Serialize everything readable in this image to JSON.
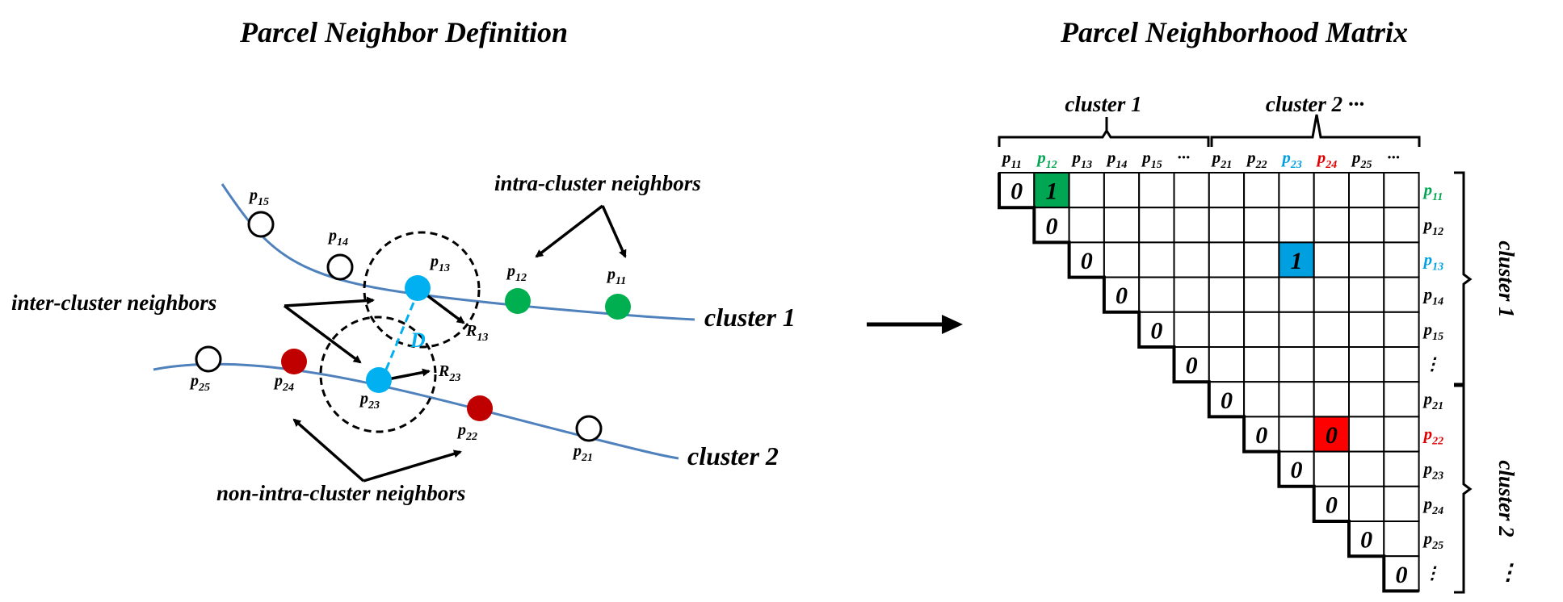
{
  "left_panel": {
    "title": "Parcel Neighbor Definition",
    "annotations": {
      "intra": "intra-cluster neighbors",
      "inter": "inter-cluster neighbors",
      "non_intra": "non-intra-cluster neighbors"
    },
    "clusters": {
      "c1": "cluster 1",
      "c2": "cluster 2"
    },
    "points": {
      "p15": {
        "base": "p",
        "sub": "15"
      },
      "p14": {
        "base": "p",
        "sub": "14"
      },
      "p13": {
        "base": "p",
        "sub": "13"
      },
      "p12": {
        "base": "p",
        "sub": "12"
      },
      "p11": {
        "base": "p",
        "sub": "11"
      },
      "p25": {
        "base": "p",
        "sub": "25"
      },
      "p24": {
        "base": "p",
        "sub": "24"
      },
      "p23": {
        "base": "p",
        "sub": "23"
      },
      "p22": {
        "base": "p",
        "sub": "22"
      },
      "p21": {
        "base": "p",
        "sub": "21"
      }
    },
    "radii": {
      "r13": {
        "base": "R",
        "sub": "13"
      },
      "r23": {
        "base": "R",
        "sub": "23"
      }
    },
    "distance_label": "D"
  },
  "right_panel": {
    "title": "Parcel Neighborhood Matrix",
    "col_group_labels": {
      "c1": "cluster 1",
      "c2": "cluster 2 ···"
    },
    "col_headers": [
      {
        "base": "p",
        "sub": "11",
        "color": "#000000"
      },
      {
        "base": "p",
        "sub": "12",
        "color": "#00a651"
      },
      {
        "base": "p",
        "sub": "13",
        "color": "#000000"
      },
      {
        "base": "p",
        "sub": "14",
        "color": "#000000"
      },
      {
        "base": "p",
        "sub": "15",
        "color": "#000000"
      },
      {
        "base": "···",
        "sub": "",
        "color": "#000000"
      },
      {
        "base": "p",
        "sub": "21",
        "color": "#000000"
      },
      {
        "base": "p",
        "sub": "22",
        "color": "#000000"
      },
      {
        "base": "p",
        "sub": "23",
        "color": "#00a0e0"
      },
      {
        "base": "p",
        "sub": "24",
        "color": "#e00000"
      },
      {
        "base": "p",
        "sub": "25",
        "color": "#000000"
      },
      {
        "base": "···",
        "sub": "",
        "color": "#000000"
      }
    ],
    "row_headers": [
      {
        "base": "p",
        "sub": "11",
        "color": "#00a651"
      },
      {
        "base": "p",
        "sub": "12",
        "color": "#000000"
      },
      {
        "base": "p",
        "sub": "13",
        "color": "#00a0e0"
      },
      {
        "base": "p",
        "sub": "14",
        "color": "#000000"
      },
      {
        "base": "p",
        "sub": "15",
        "color": "#000000"
      },
      {
        "base": "⋮",
        "sub": "",
        "color": "#000000"
      },
      {
        "base": "p",
        "sub": "21",
        "color": "#000000"
      },
      {
        "base": "p",
        "sub": "22",
        "color": "#e00000"
      },
      {
        "base": "p",
        "sub": "23",
        "color": "#000000"
      },
      {
        "base": "p",
        "sub": "24",
        "color": "#000000"
      },
      {
        "base": "p",
        "sub": "25",
        "color": "#000000"
      },
      {
        "base": "⋮",
        "sub": "",
        "color": "#000000"
      }
    ],
    "row_group_labels": {
      "c1": "cluster 1",
      "c2": "cluster 2",
      "more": "⋮"
    },
    "diagonal_value": "0",
    "highlighted_cells": [
      {
        "row": 0,
        "col": 1,
        "value": "1",
        "fill": "#00a651"
      },
      {
        "row": 2,
        "col": 8,
        "value": "1",
        "fill": "#00a0e0"
      },
      {
        "row": 7,
        "col": 9,
        "value": "0",
        "fill": "#ff0000"
      }
    ]
  },
  "colors": {
    "curve": "#4f81bd",
    "green": "#00b050",
    "blue": "#00b0f0",
    "red": "#c00000",
    "distance": "#00b0f0"
  }
}
